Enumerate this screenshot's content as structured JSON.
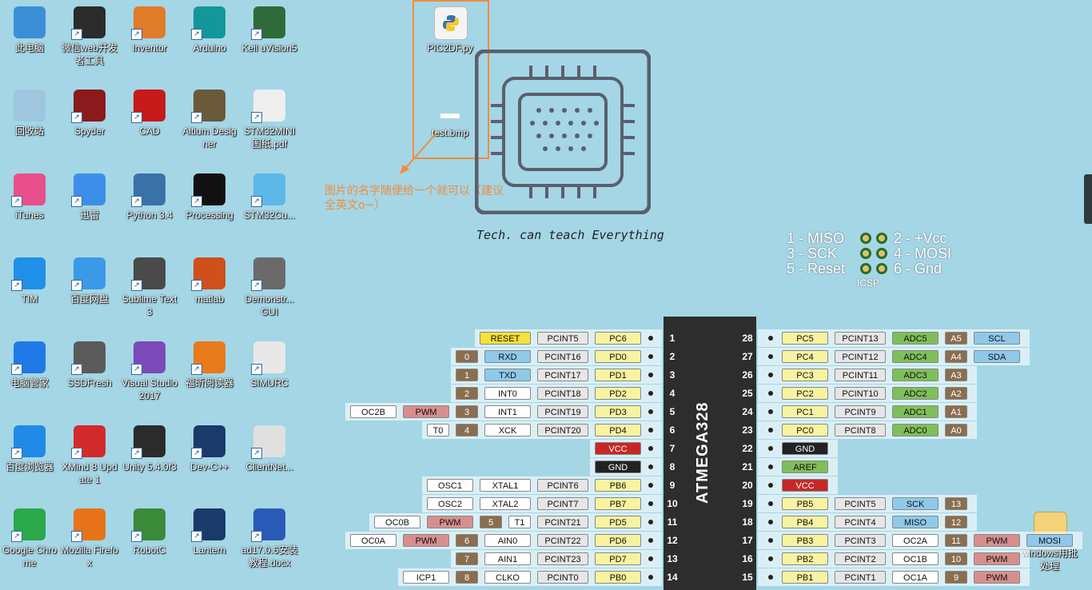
{
  "desktop": {
    "icons": [
      {
        "label": "此电脑",
        "icon": "computer-icon",
        "color": "#3b8fd6"
      },
      {
        "label": "微信web开发者工具",
        "icon": "wechat-devtools-icon",
        "color": "#2b2b2b"
      },
      {
        "label": "Inventor",
        "icon": "inventor-icon",
        "color": "#e07b2a"
      },
      {
        "label": "Arduino",
        "icon": "arduino-icon",
        "color": "#14979b"
      },
      {
        "label": "Keil uVision5",
        "icon": "keil-icon",
        "color": "#2f6a3a"
      },
      {
        "label": "回收站",
        "icon": "recycle-bin-icon",
        "color": "#9fc6de"
      },
      {
        "label": "Spyder",
        "icon": "spyder-icon",
        "color": "#8b1a1a"
      },
      {
        "label": "CAD",
        "icon": "autocad-icon",
        "color": "#c71a1a"
      },
      {
        "label": "Altium Designer",
        "icon": "altium-icon",
        "color": "#6a5a3a"
      },
      {
        "label": "STM32MINI图纸.pdf",
        "icon": "pdf-document-icon",
        "color": "#eeeeee"
      },
      {
        "label": "iTunes",
        "icon": "itunes-icon",
        "color": "#e94f8a"
      },
      {
        "label": "迅雷",
        "icon": "xunlei-icon",
        "color": "#3c8ee8"
      },
      {
        "label": "Python 3.4",
        "icon": "python-icon",
        "color": "#3a72a8"
      },
      {
        "label": "Processing",
        "icon": "processing-icon",
        "color": "#111111"
      },
      {
        "label": "STM32Cu...",
        "icon": "stm32cube-icon",
        "color": "#5bb8e8"
      },
      {
        "label": "TIM",
        "icon": "tim-icon",
        "color": "#1f8fe8"
      },
      {
        "label": "百度网盘",
        "icon": "baidu-netdisk-icon",
        "color": "#3a9ae8"
      },
      {
        "label": "Sublime Text 3",
        "icon": "sublime-icon",
        "color": "#4a4a4a"
      },
      {
        "label": "matlab",
        "icon": "matlab-icon",
        "color": "#d0501a"
      },
      {
        "label": "Demonstr... GUI",
        "icon": "chip-gui-icon",
        "color": "#6a6a6a"
      },
      {
        "label": "电脑管家",
        "icon": "pc-manager-icon",
        "color": "#1f7ae8"
      },
      {
        "label": "SSDFresh",
        "icon": "ssdfresh-icon",
        "color": "#5a5a5a"
      },
      {
        "label": "Visual Studio 2017",
        "icon": "visual-studio-icon",
        "color": "#7a4ab8"
      },
      {
        "label": "福昕阅读器",
        "icon": "foxit-reader-icon",
        "color": "#e87a1a"
      },
      {
        "label": "SIMURC",
        "icon": "simurc-icon",
        "color": "#e8e8e8"
      },
      {
        "label": "百度浏览器",
        "icon": "baidu-browser-icon",
        "color": "#1f8ae8"
      },
      {
        "label": "XMind 8 Update 1",
        "icon": "xmind-icon",
        "color": "#d42a2a"
      },
      {
        "label": "Unity 5.4.0f3",
        "icon": "unity-icon",
        "color": "#2b2b2b"
      },
      {
        "label": "Dev-C++",
        "icon": "devcpp-icon",
        "color": "#1a3a6a"
      },
      {
        "label": "ClientNet...",
        "icon": "clientnet-icon",
        "color": "#e0e0e0"
      },
      {
        "label": "Google Chrome",
        "icon": "chrome-icon",
        "color": "#2aa84a"
      },
      {
        "label": "Mozilla Firefox",
        "icon": "firefox-icon",
        "color": "#e8731a"
      },
      {
        "label": "RobotC",
        "icon": "robotc-icon",
        "color": "#3a8a3a"
      },
      {
        "label": "Lantern",
        "icon": "lantern-icon",
        "color": "#1a3a6a"
      },
      {
        "label": "ad17.0.6安装教程.docx",
        "icon": "word-document-icon",
        "color": "#2a5ab8"
      }
    ],
    "file_icons": [
      {
        "label": "PIC2DF.py",
        "icon": "python-file-icon"
      },
      {
        "label": "test.bmp",
        "icon": "bmp-file-icon"
      },
      {
        "label": "windows用批处理",
        "icon": "folder-icon"
      }
    ]
  },
  "annotation": {
    "text": "图片的名字随便给一个就可以（建议全英文o~）"
  },
  "logo": {
    "caption": "Tech. can teach Everything"
  },
  "icsp": {
    "lines": [
      {
        "left": "1 - MISO",
        "right": "2 - +Vcc"
      },
      {
        "left": "3 - SCK",
        "right": "4 - MOSI"
      },
      {
        "left": "5 - Reset",
        "right": "6 - Gnd"
      }
    ],
    "label": "ICSP"
  },
  "chip": {
    "name": "ATMEGA328",
    "left_pins": [
      {
        "num": "1",
        "labels": [
          {
            "t": "RESET",
            "c": "#f5e23a"
          },
          {
            "t": "PCINT5",
            "c": "#e6e6e6"
          },
          {
            "t": "PC6",
            "c": "#f7f3a0"
          }
        ]
      },
      {
        "num": "2",
        "labels": [
          {
            "t": "0",
            "c": "#8a6e4e"
          },
          {
            "t": "RXD",
            "c": "#8fc9ea"
          },
          {
            "t": "PCINT16",
            "c": "#e6e6e6"
          },
          {
            "t": "PD0",
            "c": "#f7f3a0"
          }
        ]
      },
      {
        "num": "3",
        "labels": [
          {
            "t": "1",
            "c": "#8a6e4e"
          },
          {
            "t": "TXD",
            "c": "#8fc9ea"
          },
          {
            "t": "PCINT17",
            "c": "#e6e6e6"
          },
          {
            "t": "PD1",
            "c": "#f7f3a0"
          }
        ]
      },
      {
        "num": "4",
        "labels": [
          {
            "t": "2",
            "c": "#8a6e4e"
          },
          {
            "t": "INT0",
            "c": "#ffffff"
          },
          {
            "t": "PCINT18",
            "c": "#e6e6e6"
          },
          {
            "t": "PD2",
            "c": "#f7f3a0"
          }
        ]
      },
      {
        "num": "5",
        "labels": [
          {
            "t": "OC2B",
            "c": "#ffffff"
          },
          {
            "t": "PWM",
            "c": "#d88e8e"
          },
          {
            "t": "3",
            "c": "#8a6e4e"
          },
          {
            "t": "INT1",
            "c": "#ffffff"
          },
          {
            "t": "PCINT19",
            "c": "#e6e6e6"
          },
          {
            "t": "PD3",
            "c": "#f7f3a0"
          }
        ]
      },
      {
        "num": "6",
        "labels": [
          {
            "t": "T0",
            "c": "#ffffff"
          },
          {
            "t": "4",
            "c": "#8a6e4e"
          },
          {
            "t": "XCK",
            "c": "#ffffff"
          },
          {
            "t": "PCINT20",
            "c": "#e6e6e6"
          },
          {
            "t": "PD4",
            "c": "#f7f3a0"
          }
        ]
      },
      {
        "num": "7",
        "labels": [
          {
            "t": "VCC",
            "c": "#c62828"
          }
        ]
      },
      {
        "num": "8",
        "labels": [
          {
            "t": "GND",
            "c": "#222222"
          }
        ]
      },
      {
        "num": "9",
        "labels": [
          {
            "t": "OSC1",
            "c": "#ffffff"
          },
          {
            "t": "XTAL1",
            "c": "#ffffff"
          },
          {
            "t": "PCINT6",
            "c": "#e6e6e6"
          },
          {
            "t": "PB6",
            "c": "#f7f3a0"
          }
        ]
      },
      {
        "num": "10",
        "labels": [
          {
            "t": "OSC2",
            "c": "#ffffff"
          },
          {
            "t": "XTAL2",
            "c": "#ffffff"
          },
          {
            "t": "PCINT7",
            "c": "#e6e6e6"
          },
          {
            "t": "PB7",
            "c": "#f7f3a0"
          }
        ]
      },
      {
        "num": "11",
        "labels": [
          {
            "t": "OC0B",
            "c": "#ffffff"
          },
          {
            "t": "PWM",
            "c": "#d88e8e"
          },
          {
            "t": "5",
            "c": "#8a6e4e"
          },
          {
            "t": "T1",
            "c": "#ffffff"
          },
          {
            "t": "PCINT21",
            "c": "#e6e6e6"
          },
          {
            "t": "PD5",
            "c": "#f7f3a0"
          }
        ]
      },
      {
        "num": "12",
        "labels": [
          {
            "t": "OC0A",
            "c": "#ffffff"
          },
          {
            "t": "PWM",
            "c": "#d88e8e"
          },
          {
            "t": "6",
            "c": "#8a6e4e"
          },
          {
            "t": "AIN0",
            "c": "#ffffff"
          },
          {
            "t": "PCINT22",
            "c": "#e6e6e6"
          },
          {
            "t": "PD6",
            "c": "#f7f3a0"
          }
        ]
      },
      {
        "num": "13",
        "labels": [
          {
            "t": "7",
            "c": "#8a6e4e"
          },
          {
            "t": "AIN1",
            "c": "#ffffff"
          },
          {
            "t": "PCINT23",
            "c": "#e6e6e6"
          },
          {
            "t": "PD7",
            "c": "#f7f3a0"
          }
        ]
      },
      {
        "num": "14",
        "labels": [
          {
            "t": "ICP1",
            "c": "#ffffff"
          },
          {
            "t": "8",
            "c": "#8a6e4e"
          },
          {
            "t": "CLKO",
            "c": "#ffffff"
          },
          {
            "t": "PCINT0",
            "c": "#e6e6e6"
          },
          {
            "t": "PB0",
            "c": "#f7f3a0"
          }
        ]
      }
    ],
    "right_pins": [
      {
        "num": "28",
        "labels": [
          {
            "t": "PC5",
            "c": "#f7f3a0"
          },
          {
            "t": "PCINT13",
            "c": "#e6e6e6"
          },
          {
            "t": "ADC5",
            "c": "#7fbf5a"
          },
          {
            "t": "A5",
            "c": "#8a6e4e"
          },
          {
            "t": "SCL",
            "c": "#8fc9ea"
          }
        ]
      },
      {
        "num": "27",
        "labels": [
          {
            "t": "PC4",
            "c": "#f7f3a0"
          },
          {
            "t": "PCINT12",
            "c": "#e6e6e6"
          },
          {
            "t": "ADC4",
            "c": "#7fbf5a"
          },
          {
            "t": "A4",
            "c": "#8a6e4e"
          },
          {
            "t": "SDA",
            "c": "#8fc9ea"
          }
        ]
      },
      {
        "num": "26",
        "labels": [
          {
            "t": "PC3",
            "c": "#f7f3a0"
          },
          {
            "t": "PCINT11",
            "c": "#e6e6e6"
          },
          {
            "t": "ADC3",
            "c": "#7fbf5a"
          },
          {
            "t": "A3",
            "c": "#8a6e4e"
          }
        ]
      },
      {
        "num": "25",
        "labels": [
          {
            "t": "PC2",
            "c": "#f7f3a0"
          },
          {
            "t": "PCINT10",
            "c": "#e6e6e6"
          },
          {
            "t": "ADC2",
            "c": "#7fbf5a"
          },
          {
            "t": "A2",
            "c": "#8a6e4e"
          }
        ]
      },
      {
        "num": "24",
        "labels": [
          {
            "t": "PC1",
            "c": "#f7f3a0"
          },
          {
            "t": "PCINT9",
            "c": "#e6e6e6"
          },
          {
            "t": "ADC1",
            "c": "#7fbf5a"
          },
          {
            "t": "A1",
            "c": "#8a6e4e"
          }
        ]
      },
      {
        "num": "23",
        "labels": [
          {
            "t": "PC0",
            "c": "#f7f3a0"
          },
          {
            "t": "PCINT8",
            "c": "#e6e6e6"
          },
          {
            "t": "ADC0",
            "c": "#7fbf5a"
          },
          {
            "t": "A0",
            "c": "#8a6e4e"
          }
        ]
      },
      {
        "num": "22",
        "labels": [
          {
            "t": "GND",
            "c": "#222222"
          }
        ]
      },
      {
        "num": "21",
        "labels": [
          {
            "t": "AREF",
            "c": "#7fbf5a"
          }
        ]
      },
      {
        "num": "20",
        "labels": [
          {
            "t": "VCC",
            "c": "#c62828"
          }
        ]
      },
      {
        "num": "19",
        "labels": [
          {
            "t": "PB5",
            "c": "#f7f3a0"
          },
          {
            "t": "PCINT5",
            "c": "#e6e6e6"
          },
          {
            "t": "SCK",
            "c": "#8fc9ea"
          },
          {
            "t": "13",
            "c": "#8a6e4e"
          }
        ]
      },
      {
        "num": "18",
        "labels": [
          {
            "t": "PB4",
            "c": "#f7f3a0"
          },
          {
            "t": "PCINT4",
            "c": "#e6e6e6"
          },
          {
            "t": "MISO",
            "c": "#8fc9ea"
          },
          {
            "t": "12",
            "c": "#8a6e4e"
          }
        ]
      },
      {
        "num": "17",
        "labels": [
          {
            "t": "PB3",
            "c": "#f7f3a0"
          },
          {
            "t": "PCINT3",
            "c": "#e6e6e6"
          },
          {
            "t": "OC2A",
            "c": "#ffffff"
          },
          {
            "t": "11",
            "c": "#8a6e4e"
          },
          {
            "t": "PWM",
            "c": "#d88e8e"
          },
          {
            "t": "MOSI",
            "c": "#8fc9ea"
          }
        ]
      },
      {
        "num": "16",
        "labels": [
          {
            "t": "PB2",
            "c": "#f7f3a0"
          },
          {
            "t": "PCINT2",
            "c": "#e6e6e6"
          },
          {
            "t": "OC1B",
            "c": "#ffffff"
          },
          {
            "t": "10",
            "c": "#8a6e4e"
          },
          {
            "t": "PWM",
            "c": "#d88e8e"
          }
        ]
      },
      {
        "num": "15",
        "labels": [
          {
            "t": "PB1",
            "c": "#f7f3a0"
          },
          {
            "t": "PCINT1",
            "c": "#e6e6e6"
          },
          {
            "t": "OC1A",
            "c": "#ffffff"
          },
          {
            "t": "9",
            "c": "#8a6e4e"
          },
          {
            "t": "PWM",
            "c": "#d88e8e"
          }
        ]
      }
    ]
  }
}
